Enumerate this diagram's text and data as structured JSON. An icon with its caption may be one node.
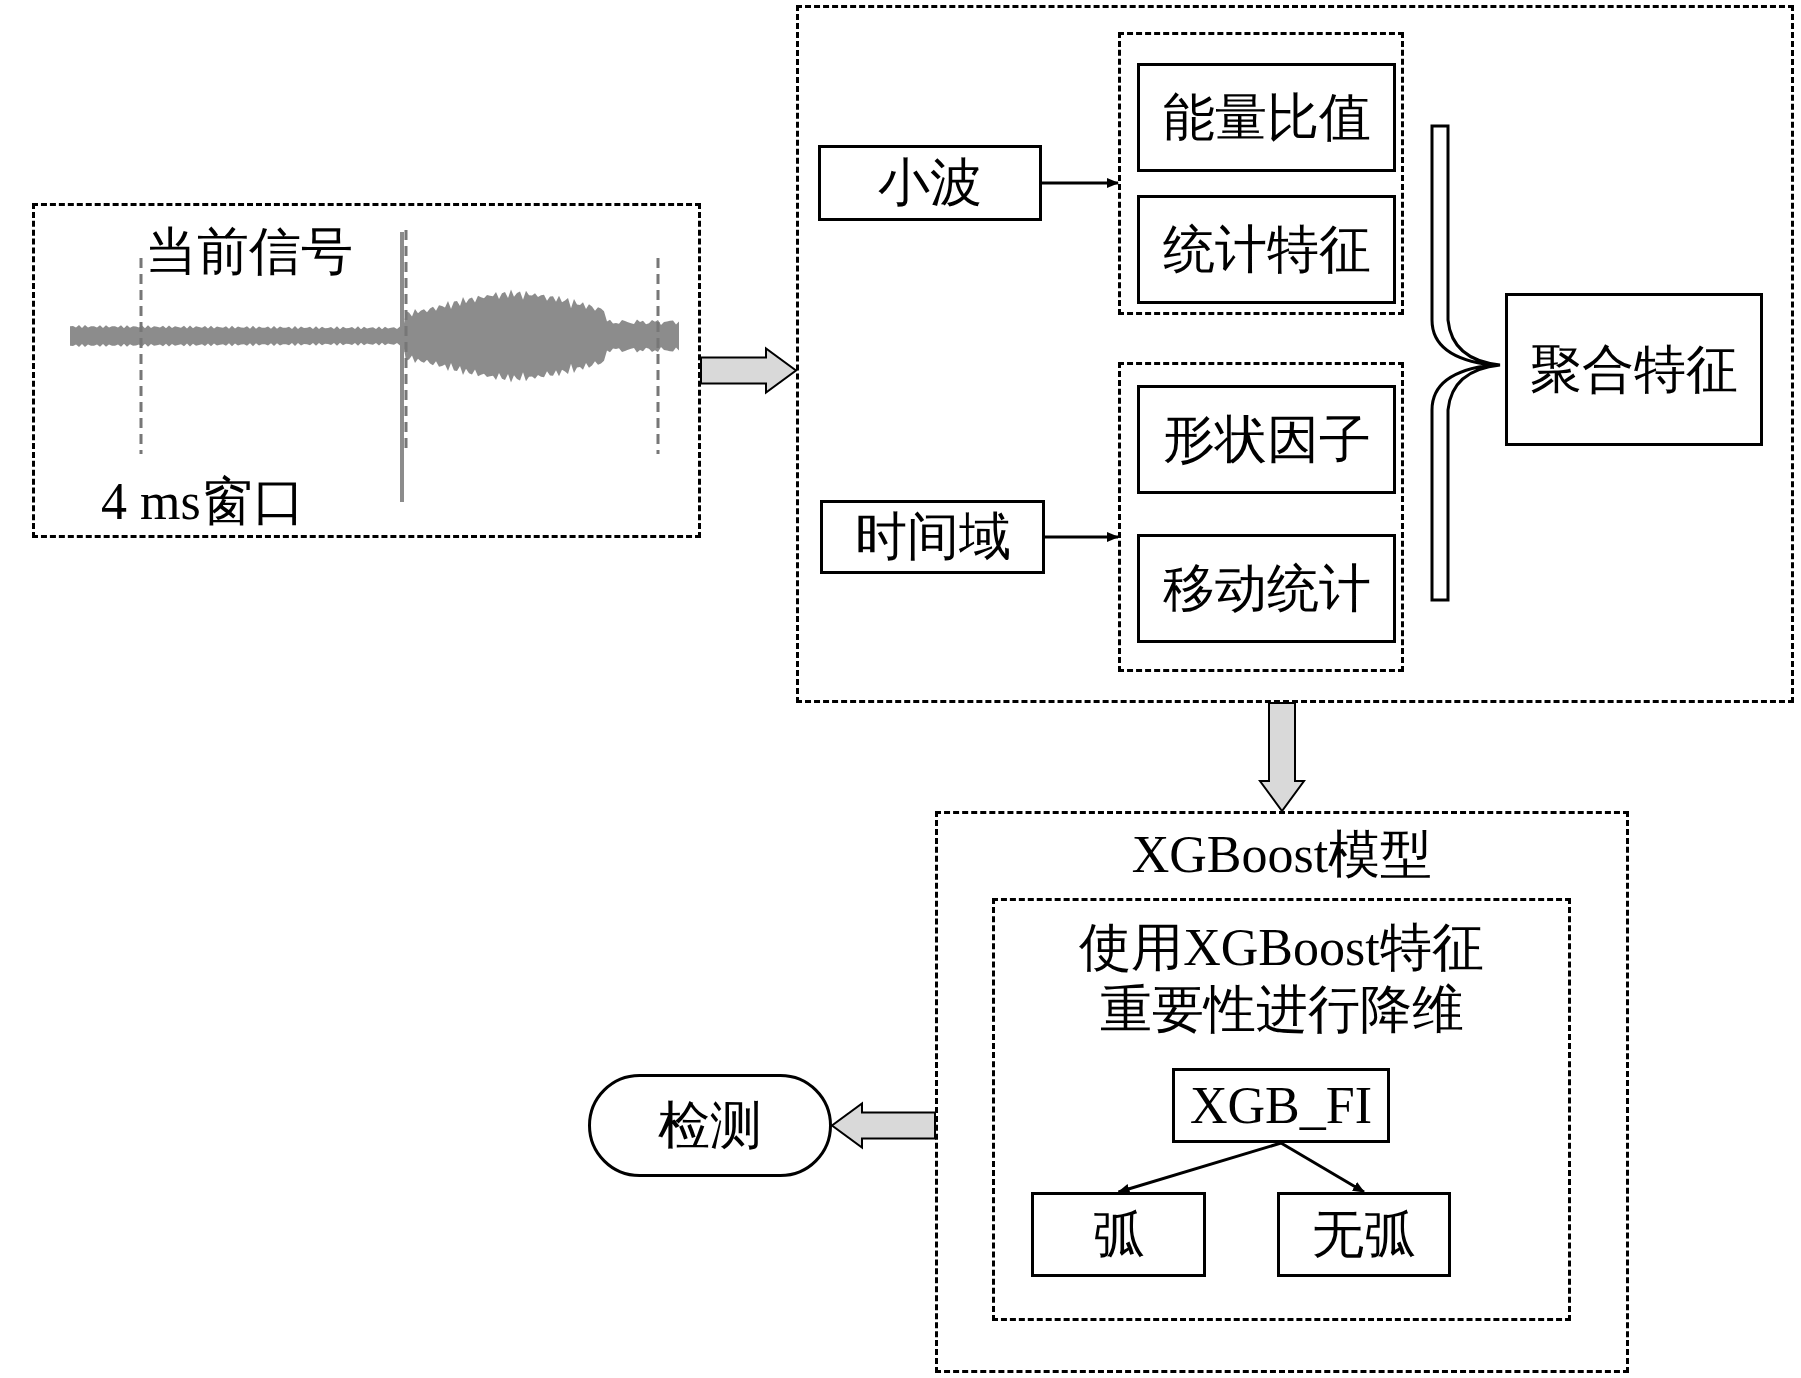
{
  "diagram": {
    "nodes": [
      {
        "text": [
          "当前信号",
          "4 ms窗口"
        ]
      },
      {
        "text": [],
        "shape": "box"
      },
      {
        "text": [
          "小波"
        ],
        "in": 1
      },
      {
        "text": [],
        "shape": "box",
        "in": 1
      },
      {
        "text": [
          "能量比值"
        ],
        "in": 3
      },
      {
        "text": [
          "统计特征"
        ],
        "in": 3
      },
      {
        "text": [
          "时间域"
        ],
        "in": 1
      },
      {
        "text": [],
        "shape": "box",
        "in": 1
      },
      {
        "text": [
          "形状因子"
        ],
        "in": 7
      },
      {
        "text": [
          "移动统计"
        ],
        "in": 7
      },
      {
        "text": [
          "聚合特征"
        ],
        "in": 1
      },
      {
        "text": [],
        "shape": "brace",
        "in": 1
      },
      {
        "text": [
          "XGBoost模型"
        ]
      },
      {
        "text": [
          "使用XGBoost特征重要性进行降维"
        ],
        "in": 12
      },
      {
        "text": [
          "XGB_FI"
        ],
        "in": 13
      },
      {
        "text": [
          "弧"
        ],
        "in": 13
      },
      {
        "text": [
          "无弧"
        ],
        "in": 13
      },
      {
        "text": [
          "检测"
        ]
      }
    ],
    "edges": [
      {
        "from": 0,
        "to": 1,
        "arrow": "to",
        "style": "thick"
      },
      {
        "from": 2,
        "to": 3,
        "arrow": "to"
      },
      {
        "from": 6,
        "to": 7,
        "arrow": "to"
      },
      {
        "from": 1,
        "to": 12,
        "arrow": "to",
        "style": "thick"
      },
      {
        "from": 14,
        "to": 15,
        "arrow": "to"
      },
      {
        "from": 14,
        "to": 16,
        "arrow": "to"
      },
      {
        "from": 12,
        "to": 17,
        "arrow": "to",
        "style": "thick"
      }
    ]
  }
}
